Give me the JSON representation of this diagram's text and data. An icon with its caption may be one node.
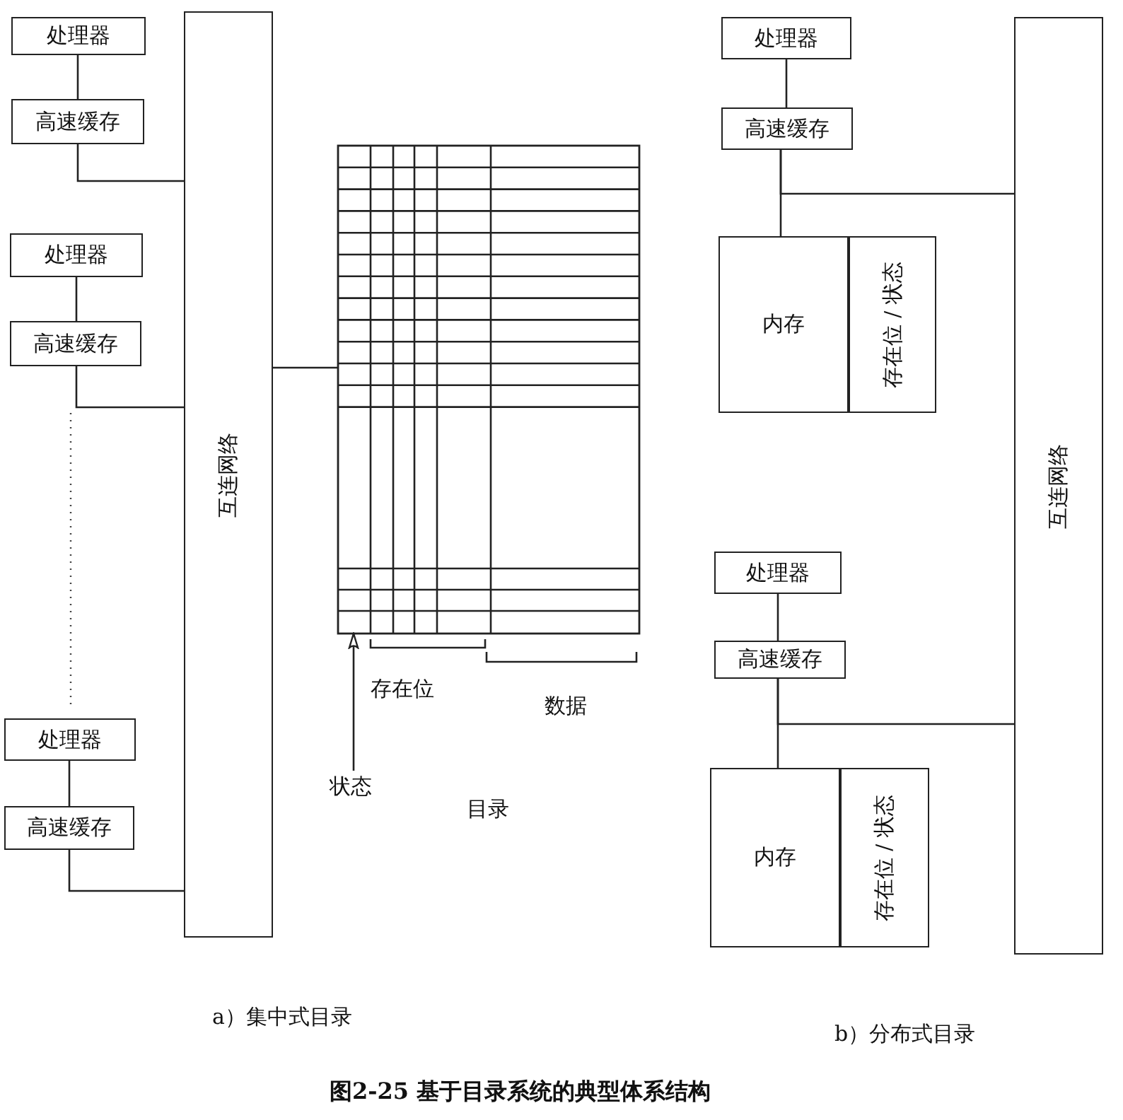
{
  "diagram": {
    "caption": "图2-25 基于目录系统的典型体系结构",
    "nodes": [
      {
        "text": [
          "处理器"
        ]
      },
      {
        "text": [
          "高速缓存"
        ]
      },
      {
        "text": [
          "处理器"
        ]
      },
      {
        "text": [
          "高速缓存"
        ]
      },
      {
        "text": [
          "处理器"
        ]
      },
      {
        "text": [
          "高速缓存"
        ]
      },
      {
        "text": [
          "互连网络"
        ]
      },
      {
        "text": [],
        "shape": "grid"
      },
      {
        "text": [
          "处理器"
        ]
      },
      {
        "text": [
          "高速缓存"
        ]
      },
      {
        "text": [
          "内存"
        ]
      },
      {
        "text": [
          "存在位 / 状态"
        ]
      },
      {
        "text": [
          "互连网络"
        ]
      },
      {
        "text": [
          "处理器"
        ]
      },
      {
        "text": [
          "高速缓存"
        ]
      },
      {
        "text": [
          "内存"
        ]
      },
      {
        "text": [
          "存在位 / 状态"
        ]
      },
      {
        "text": [
          "状态"
        ]
      }
    ],
    "edges": [
      {
        "from": 0,
        "to": 1,
        "arrow": "none"
      },
      {
        "from": 1,
        "to": 6,
        "arrow": "none"
      },
      {
        "from": 2,
        "to": 3,
        "arrow": "none"
      },
      {
        "from": 3,
        "to": 6,
        "arrow": "none"
      },
      {
        "from": 4,
        "to": 5,
        "arrow": "none"
      },
      {
        "from": 5,
        "to": 6,
        "arrow": "none"
      },
      {
        "from": 6,
        "to": 7,
        "arrow": "none"
      },
      {
        "from": 8,
        "to": 9,
        "arrow": "none"
      },
      {
        "from": 9,
        "to": 10,
        "arrow": "none"
      },
      {
        "from": 9,
        "to": 12,
        "arrow": "none"
      },
      {
        "from": 13,
        "to": 14,
        "arrow": "none"
      },
      {
        "from": 14,
        "to": 15,
        "arrow": "none"
      },
      {
        "from": 14,
        "to": 12,
        "arrow": "none"
      },
      {
        "from": 17,
        "to": 7,
        "arrow": "to"
      }
    ],
    "labels": [
      "存在位",
      "数据",
      "目录",
      "a）集中式目录",
      "b）分布式目录"
    ]
  }
}
